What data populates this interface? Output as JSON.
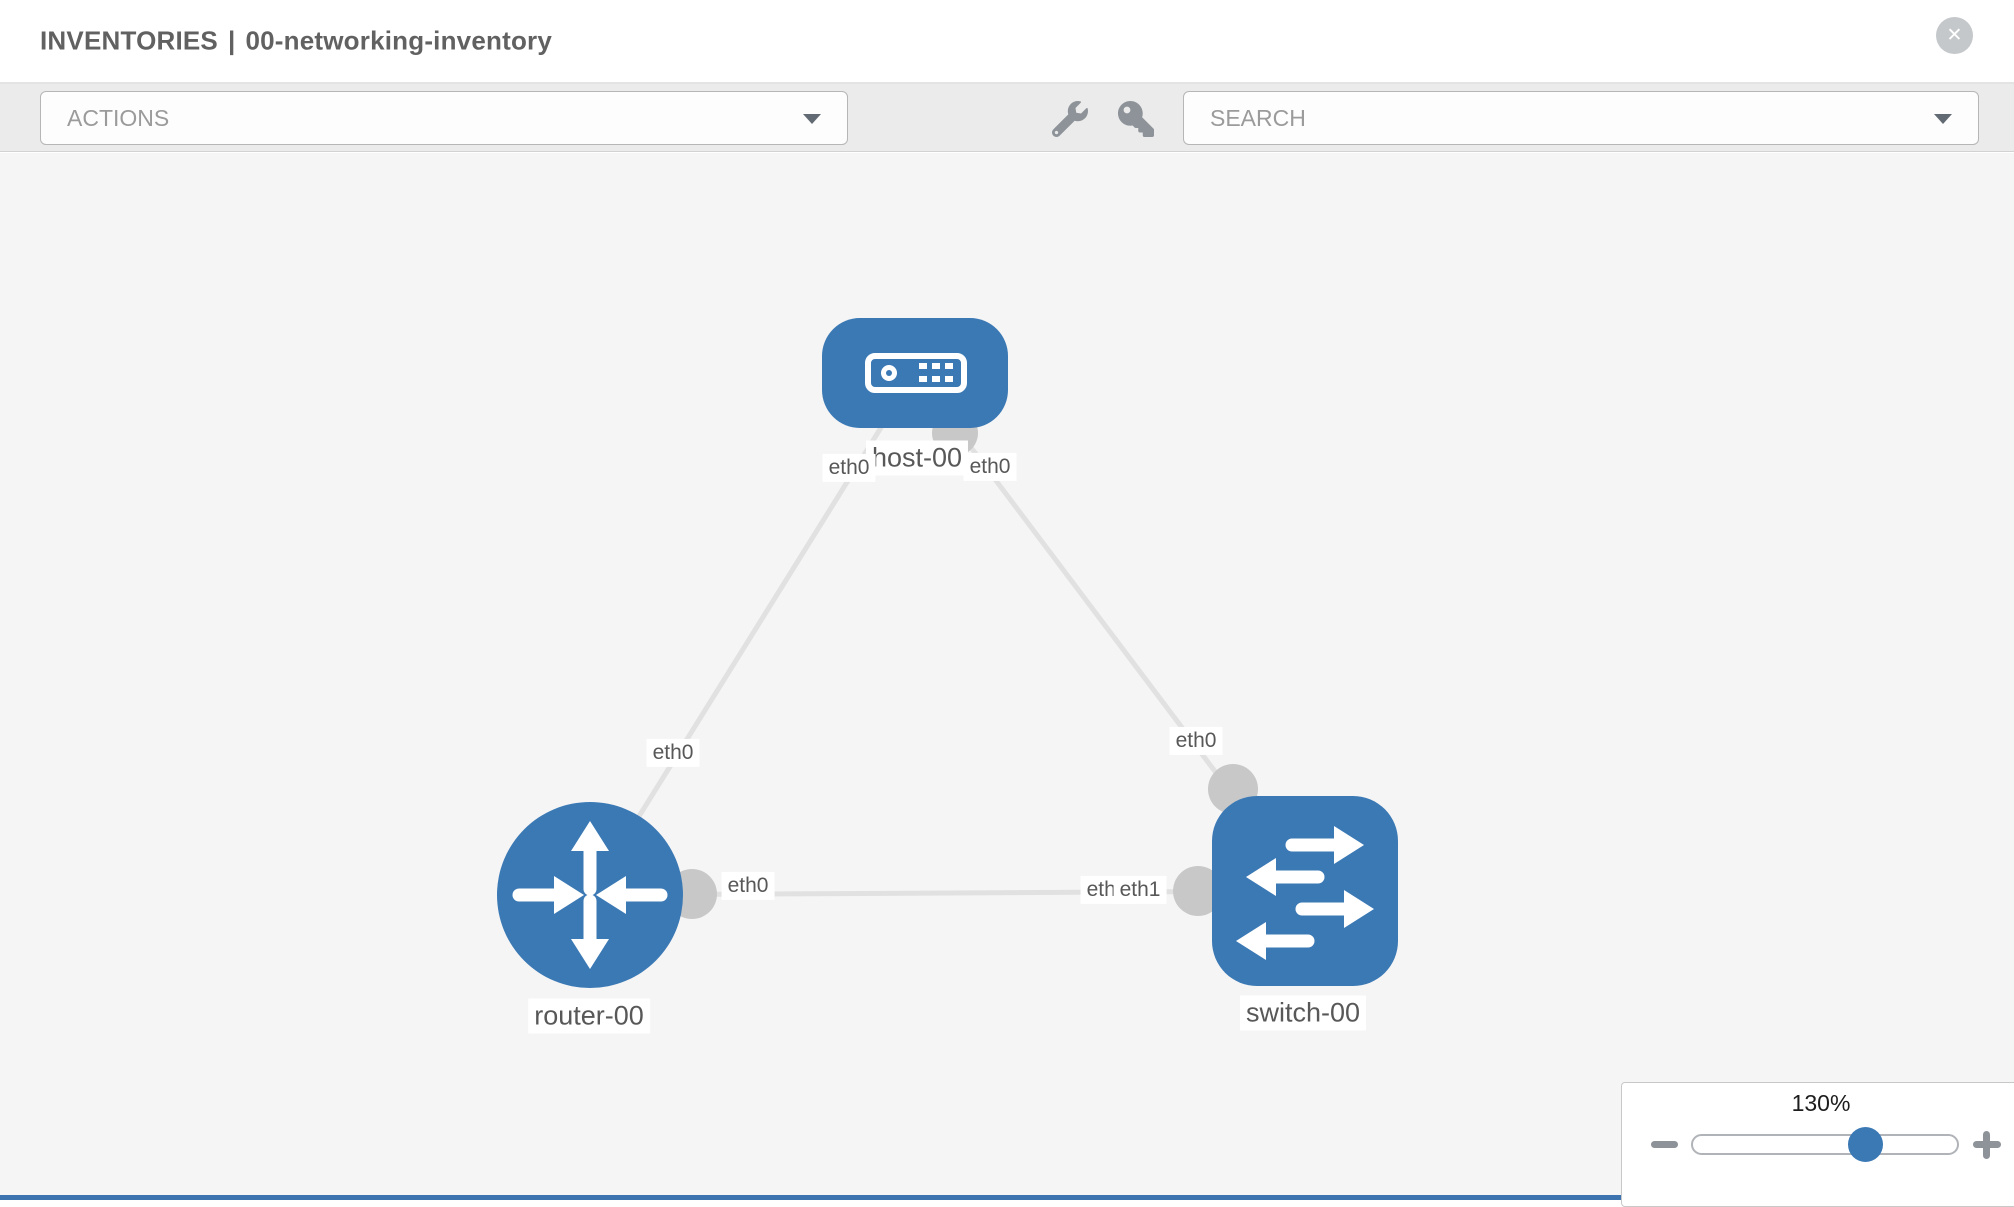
{
  "header": {
    "section": "INVENTORIES",
    "separator": "|",
    "inventory_name": "00-networking-inventory",
    "close_glyph": "✕"
  },
  "toolbar": {
    "actions_placeholder": "ACTIONS",
    "search_placeholder": "SEARCH",
    "icons": [
      "wrench-icon",
      "key-icon"
    ]
  },
  "topology": {
    "nodes": [
      {
        "name": "host-00",
        "type": "host",
        "shape": "rounded-rect"
      },
      {
        "name": "router-00",
        "type": "router",
        "shape": "circle"
      },
      {
        "name": "switch-00",
        "type": "switch",
        "shape": "rounded-square"
      }
    ],
    "links": [
      {
        "source": "host-00",
        "source_if": "eth0",
        "target": "router-00",
        "target_if": "eth0"
      },
      {
        "source": "host-00",
        "source_if": "eth0",
        "target": "switch-00",
        "target_if": "eth0"
      },
      {
        "source": "router-00",
        "source_if": "eth0",
        "target": "switch-00",
        "target_if": "eth1"
      }
    ],
    "hidden_label": "eth0"
  },
  "zoom_control": {
    "value": "130%",
    "percent": 65
  },
  "colors": {
    "node_blue": "#3b79b5",
    "link_gray": "#e1e1e1",
    "connector_gray": "#c8c8c8",
    "canvas_bg": "#f5f5f5",
    "toolbar_bg": "#ebebeb"
  }
}
